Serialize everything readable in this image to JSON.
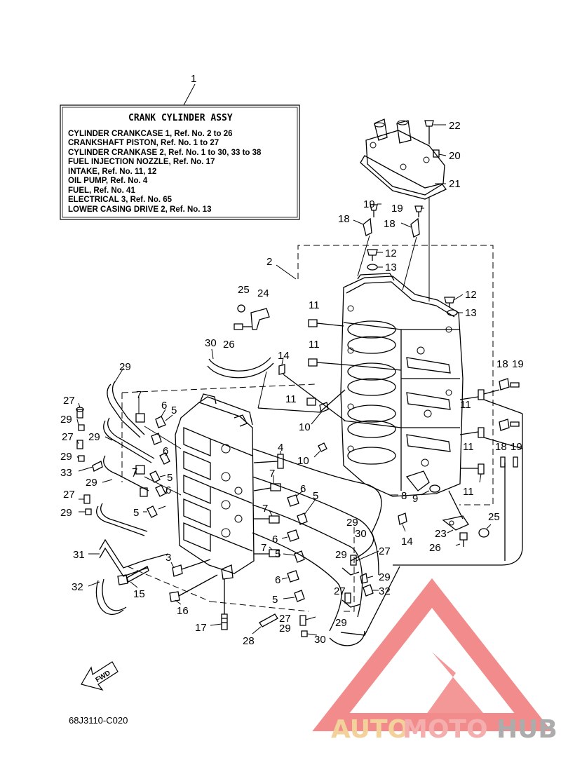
{
  "assembly_box": {
    "ref_number": "1",
    "title": "CRANK CYLINDER ASSY",
    "lines": [
      "CYLINDER CRANKCASE 1, Ref. No. 2 to 26",
      "CRANKSHAFT PISTON,      Ref. No. 1 to 27",
      "CYLINDER CRANKASE 2,  Ref. No. 1 to 30, 33 to 38",
      "FUEL INJECTION NOZZLE, Ref. No. 17",
      "INTAKE,      Ref. No. 11, 12",
      "OIL PUMP, Ref. No. 4",
      "FUEL,        Ref. No. 41",
      "ELECTRICAL 3, Ref. No. 65",
      "LOWER CASING DRIVE 2, Ref. No. 13"
    ]
  },
  "callouts": [
    {
      "id": "c22",
      "text": "22"
    },
    {
      "id": "c20",
      "text": "20"
    },
    {
      "id": "c21",
      "text": "21"
    },
    {
      "id": "c19a",
      "text": "19"
    },
    {
      "id": "c19b",
      "text": "19"
    },
    {
      "id": "c18a",
      "text": "18"
    },
    {
      "id": "c18b",
      "text": "18"
    },
    {
      "id": "c12a",
      "text": "12"
    },
    {
      "id": "c13a",
      "text": "13"
    },
    {
      "id": "c2",
      "text": "2"
    },
    {
      "id": "c12b",
      "text": "12"
    },
    {
      "id": "c13b",
      "text": "13"
    },
    {
      "id": "c25a",
      "text": "25"
    },
    {
      "id": "c24",
      "text": "24"
    },
    {
      "id": "c26a",
      "text": "26"
    },
    {
      "id": "c11a",
      "text": "11"
    },
    {
      "id": "c11b",
      "text": "11"
    },
    {
      "id": "c30a",
      "text": "30"
    },
    {
      "id": "c14a",
      "text": "14"
    },
    {
      "id": "c29a",
      "text": "29"
    },
    {
      "id": "c18c",
      "text": "18"
    },
    {
      "id": "c19c",
      "text": "19"
    },
    {
      "id": "c7a",
      "text": "7"
    },
    {
      "id": "c27a",
      "text": "27"
    },
    {
      "id": "c6a",
      "text": "6"
    },
    {
      "id": "c5a",
      "text": "5"
    },
    {
      "id": "c11c",
      "text": "11"
    },
    {
      "id": "c11d",
      "text": "11"
    },
    {
      "id": "c29b",
      "text": "29"
    },
    {
      "id": "c10a",
      "text": "10"
    },
    {
      "id": "c18d",
      "text": "18"
    },
    {
      "id": "c19d",
      "text": "19"
    },
    {
      "id": "c27b",
      "text": "27"
    },
    {
      "id": "c29c",
      "text": "29"
    },
    {
      "id": "c11e",
      "text": "11"
    },
    {
      "id": "c6b",
      "text": "6"
    },
    {
      "id": "c4",
      "text": "4"
    },
    {
      "id": "c10b",
      "text": "10"
    },
    {
      "id": "c29d",
      "text": "29"
    },
    {
      "id": "c33",
      "text": "33"
    },
    {
      "id": "c7b",
      "text": "7"
    },
    {
      "id": "c5b",
      "text": "5"
    },
    {
      "id": "c29e",
      "text": "29"
    },
    {
      "id": "c7c",
      "text": "7"
    },
    {
      "id": "c6c",
      "text": "6"
    },
    {
      "id": "c11f",
      "text": "11"
    },
    {
      "id": "c8",
      "text": "8"
    },
    {
      "id": "c9",
      "text": "9"
    },
    {
      "id": "c27c",
      "text": "27"
    },
    {
      "id": "c6d",
      "text": "6"
    },
    {
      "id": "c5c",
      "text": "5"
    },
    {
      "id": "c29f",
      "text": "29"
    },
    {
      "id": "c5d",
      "text": "5"
    },
    {
      "id": "c7d",
      "text": "7"
    },
    {
      "id": "c29g",
      "text": "29"
    },
    {
      "id": "c25b",
      "text": "25"
    },
    {
      "id": "c23",
      "text": "23"
    },
    {
      "id": "c14b",
      "text": "14"
    },
    {
      "id": "c30b",
      "text": "30"
    },
    {
      "id": "c6e",
      "text": "6"
    },
    {
      "id": "c27d",
      "text": "27"
    },
    {
      "id": "c26b",
      "text": "26"
    },
    {
      "id": "c31",
      "text": "31"
    },
    {
      "id": "c3",
      "text": "3"
    },
    {
      "id": "c7e",
      "text": "7"
    },
    {
      "id": "c5e",
      "text": "5"
    },
    {
      "id": "c29h",
      "text": "29"
    },
    {
      "id": "c15",
      "text": "15"
    },
    {
      "id": "c6f",
      "text": "6"
    },
    {
      "id": "c29i",
      "text": "29"
    },
    {
      "id": "c32a",
      "text": "32"
    },
    {
      "id": "c27e",
      "text": "27"
    },
    {
      "id": "c32b",
      "text": "32"
    },
    {
      "id": "c16",
      "text": "16"
    },
    {
      "id": "c5f",
      "text": "5"
    },
    {
      "id": "c29j",
      "text": "29"
    },
    {
      "id": "c17",
      "text": "17"
    },
    {
      "id": "c27f",
      "text": "27"
    },
    {
      "id": "c29k",
      "text": "29"
    },
    {
      "id": "c28",
      "text": "28"
    },
    {
      "id": "c30c",
      "text": "30"
    }
  ],
  "fwd_label": "FWD",
  "diagram_code": "68J3110-C020",
  "watermark": {
    "parts": [
      "AUTO",
      "MOTO",
      "HUB"
    ],
    "colors": {
      "auto": "#f2c98a",
      "moto": "#f4a0a0",
      "hub": "#9e9e9e",
      "triangle": "#f07878"
    }
  }
}
